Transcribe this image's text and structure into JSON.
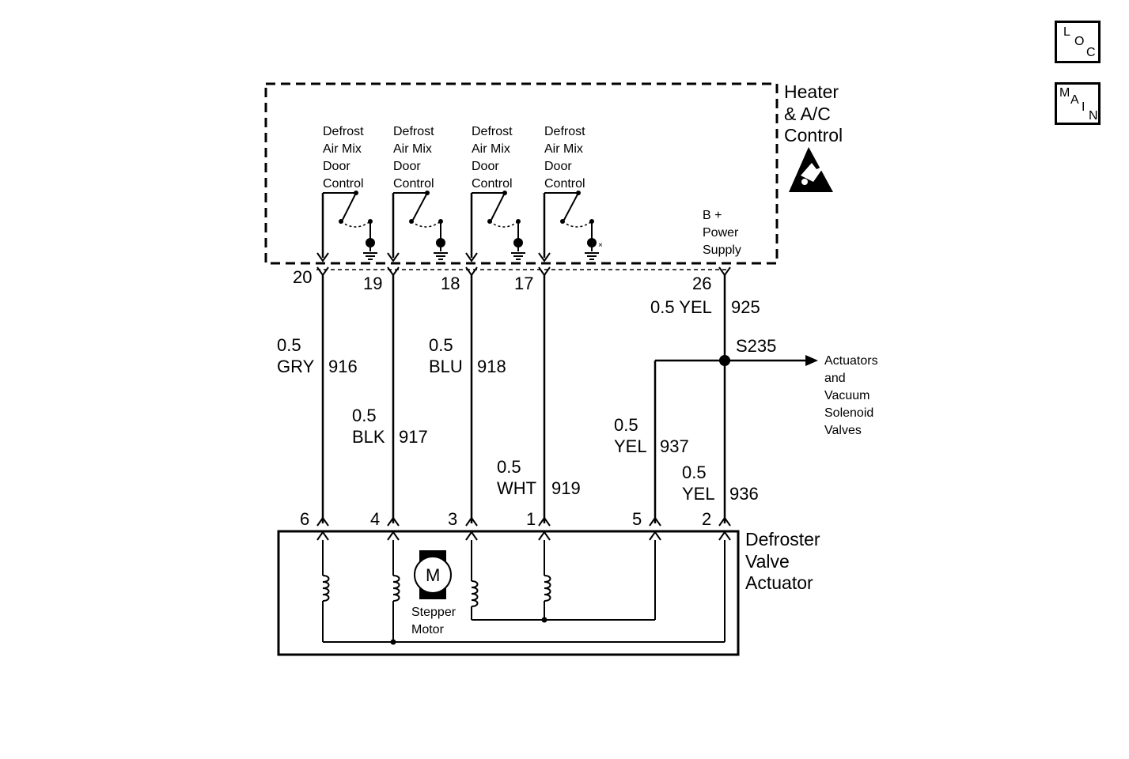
{
  "nav": {
    "loc": {
      "l": "L",
      "o": "O",
      "c": "C"
    },
    "main": {
      "m": "M",
      "a": "A",
      "i": "I",
      "n": "N"
    }
  },
  "heater_control": {
    "title_lines": [
      "Heater",
      "& A/C",
      "Control"
    ],
    "switch_label_lines": [
      "Defrost",
      "Air Mix",
      "Door",
      "Control"
    ],
    "power_label_lines": [
      "B +",
      "Power",
      "Supply"
    ],
    "pins": [
      "20",
      "19",
      "18",
      "17",
      "26"
    ]
  },
  "wires": [
    {
      "size": "0.5",
      "color": "GRY",
      "circuit": "916"
    },
    {
      "size": "0.5",
      "color": "BLK",
      "circuit": "917"
    },
    {
      "size": "0.5",
      "color": "BLU",
      "circuit": "918"
    },
    {
      "size": "0.5",
      "color": "WHT",
      "circuit": "919"
    },
    {
      "size": "0.5",
      "color": "YEL",
      "circuit": "937"
    },
    {
      "size": "0.5",
      "color": "YEL",
      "circuit": "936"
    }
  ],
  "power_wire": {
    "label": "0.5 YEL",
    "circuit": "925"
  },
  "splice": {
    "id": "S235",
    "dest_lines": [
      "Actuators",
      "and",
      "Vacuum",
      "Solenoid",
      "Valves"
    ]
  },
  "actuator": {
    "title_lines": [
      "Defroster",
      "Valve",
      "Actuator"
    ],
    "pins": [
      "6",
      "4",
      "3",
      "1",
      "5",
      "2"
    ],
    "motor_symbol": "M",
    "motor_label_lines": [
      "Stepper",
      "Motor"
    ]
  }
}
